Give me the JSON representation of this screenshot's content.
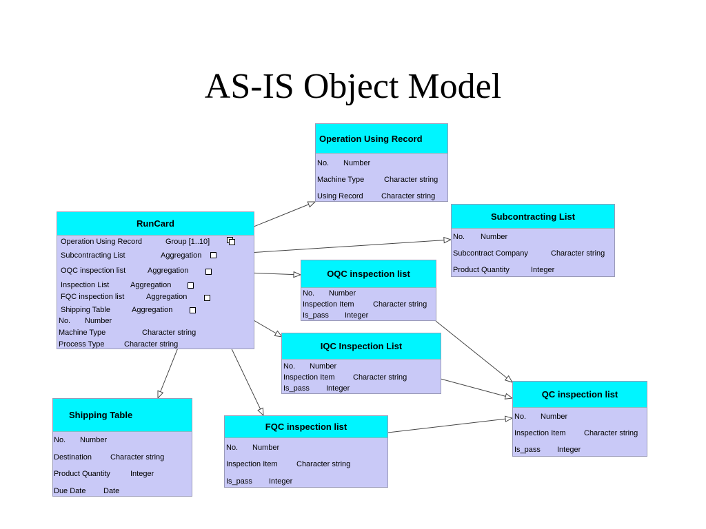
{
  "title": "AS-IS Object Model",
  "classes": {
    "operation_using_record": {
      "name": "Operation Using Record",
      "attributes": [
        {
          "name": "No.",
          "type": "Number"
        },
        {
          "name": "Machine Type",
          "type": "Character string"
        },
        {
          "name": "Using Record",
          "type": "Character string"
        }
      ]
    },
    "runcard": {
      "name": "RunCard",
      "attributes": [
        {
          "name": "Operation Using Record",
          "type": "Group [1..10]"
        },
        {
          "name": "Subcontracting List",
          "type": "Aggregation"
        },
        {
          "name": "OQC inspection list",
          "type": "Aggregation"
        },
        {
          "name": "Inspection List",
          "type": "Aggregation"
        },
        {
          "name": "FQC inspection list",
          "type": "Aggregation"
        },
        {
          "name": "Shipping Table",
          "type": "Aggregation"
        },
        {
          "name": "No.",
          "type": "Number"
        },
        {
          "name": "Machine Type",
          "type": "Character string"
        },
        {
          "name": "Process Type",
          "type": "Character string"
        }
      ]
    },
    "subcontracting_list": {
      "name": "Subcontracting List",
      "attributes": [
        {
          "name": "No.",
          "type": "Number"
        },
        {
          "name": "Subcontract Company",
          "type": "Character string"
        },
        {
          "name": "Product Quantity",
          "type": "Integer"
        }
      ]
    },
    "oqc_inspection_list": {
      "name": "OQC inspection list",
      "attributes": [
        {
          "name": "No.",
          "type": "Number"
        },
        {
          "name": "Inspection Item",
          "type": "Character string"
        },
        {
          "name": "Is_pass",
          "type": "Integer"
        }
      ]
    },
    "iqc_inspection_list": {
      "name": "IQC Inspection List",
      "attributes": [
        {
          "name": "No.",
          "type": "Number"
        },
        {
          "name": "Inspection Item",
          "type": "Character string"
        },
        {
          "name": "Is_pass",
          "type": "Integer"
        }
      ]
    },
    "qc_inspection_list": {
      "name": "QC inspection list",
      "attributes": [
        {
          "name": "No.",
          "type": "Number"
        },
        {
          "name": "Inspection Item",
          "type": "Character string"
        },
        {
          "name": "Is_pass",
          "type": "Integer"
        }
      ]
    },
    "shipping_table": {
      "name": "Shipping Table",
      "attributes": [
        {
          "name": "No.",
          "type": "Number"
        },
        {
          "name": "Destination",
          "type": "Character string"
        },
        {
          "name": "Product Quantity",
          "type": "Integer"
        },
        {
          "name": "Due Date",
          "type": "Date"
        }
      ]
    },
    "fqc_inspection_list": {
      "name": "FQC inspection list",
      "attributes": [
        {
          "name": "No.",
          "type": "Number"
        },
        {
          "name": "Inspection Item",
          "type": "Character string"
        },
        {
          "name": "Is_pass",
          "type": "Integer"
        }
      ]
    }
  },
  "colors": {
    "header": "#00f5ff",
    "body": "#c9c9f7",
    "border": "#9a9ab8"
  }
}
